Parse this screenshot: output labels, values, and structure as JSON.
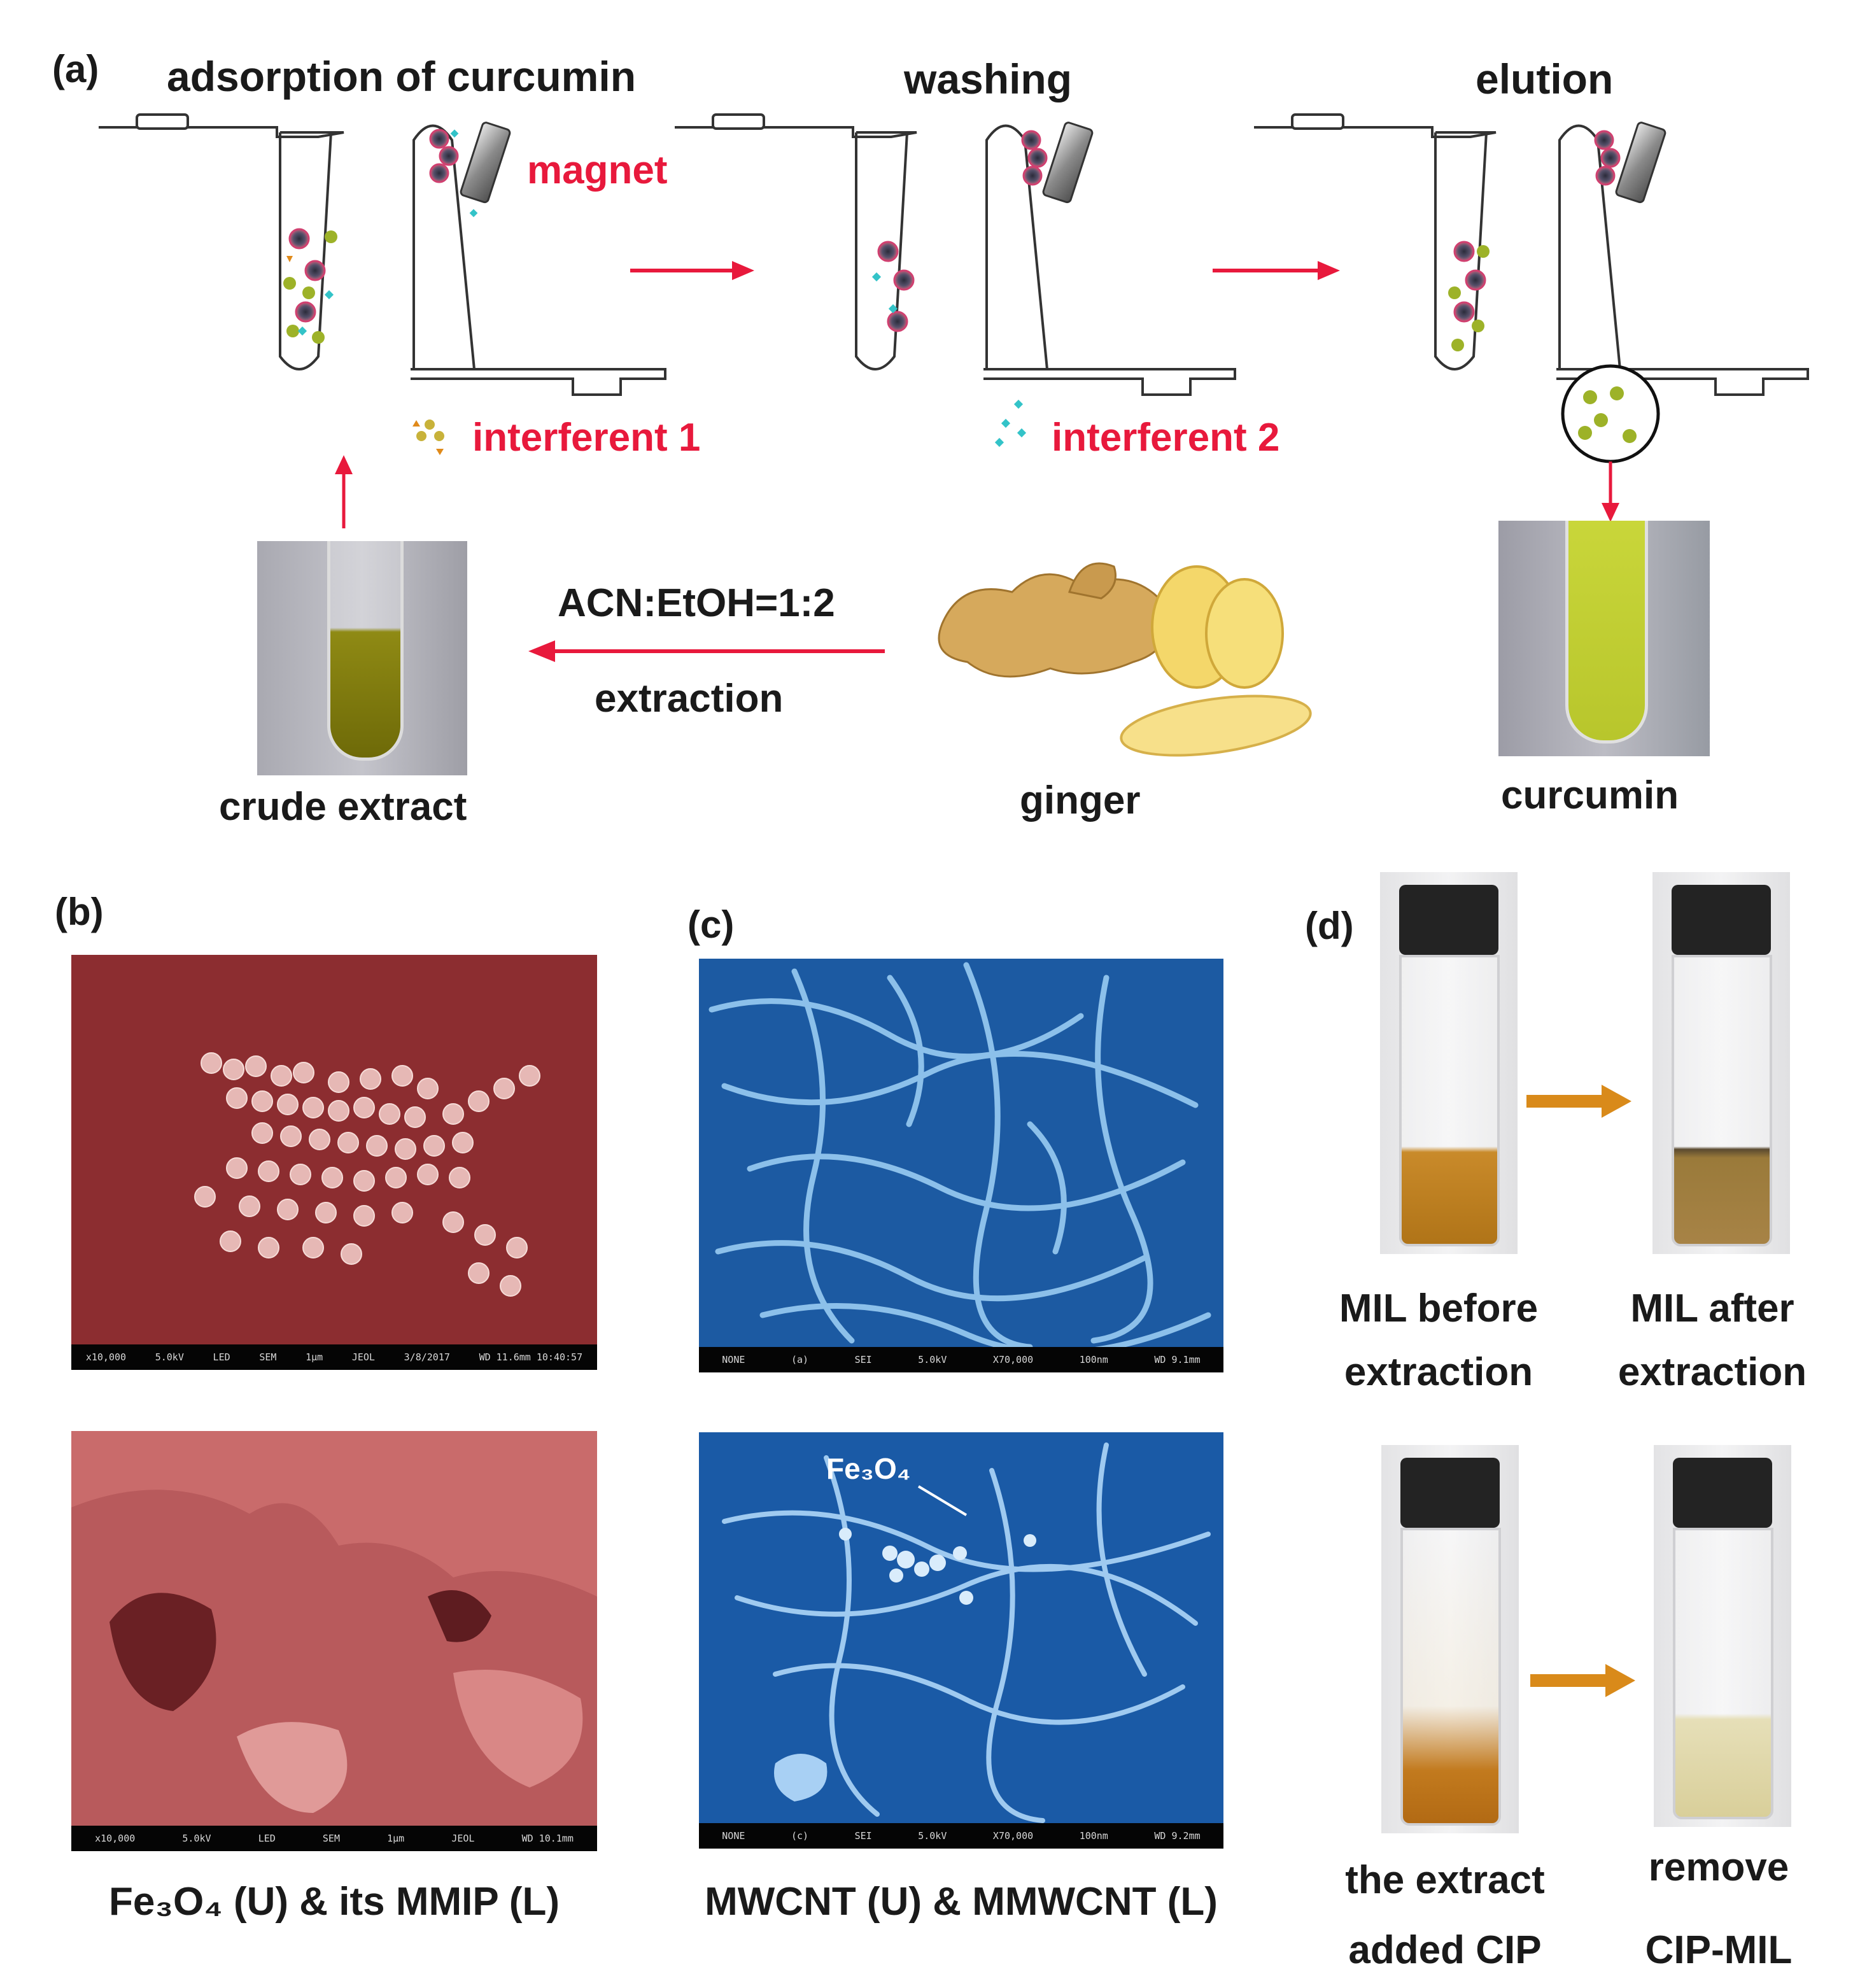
{
  "panel_a": {
    "letter": "(a)",
    "steps": [
      "adsorption of curcumin",
      "washing",
      "elution"
    ],
    "magnet_label": "magnet",
    "interferent1": "interferent 1",
    "interferent2": "interferent 2",
    "extraction_ratio": "ACN:EtOH=1:2",
    "extraction_label": "extraction",
    "crude_extract": "crude extract",
    "ginger": "ginger",
    "curcumin": "curcumin"
  },
  "panel_b": {
    "letter": "(b)",
    "caption": "Fe₃O₄ (U) & its MMIP (L)",
    "sem_upper_bar": [
      "x10,000",
      "5.0kV",
      "LED",
      "SEM",
      "1μm",
      "JEOL",
      "3/8/2017",
      "WD 11.6mm 10:40:57"
    ],
    "sem_lower_bar": [
      "x10,000",
      "5.0kV",
      "LED",
      "SEM",
      "1μm",
      "JEOL",
      "WD 10.1mm"
    ]
  },
  "panel_c": {
    "letter": "(c)",
    "caption": "MWCNT (U) & MMWCNT (L)",
    "fe3o4_label": "Fe₃O₄",
    "sem_upper_bar": [
      "NONE",
      "(a)",
      "SEI",
      "5.0kV",
      "X70,000",
      "100nm",
      "WD 9.1mm"
    ],
    "sem_lower_bar": [
      "NONE",
      "(c)",
      "SEI",
      "5.0kV",
      "X70,000",
      "100nm",
      "WD 9.2mm"
    ]
  },
  "panel_d": {
    "letter": "(d)",
    "top_left": [
      "MIL before",
      "extraction"
    ],
    "top_right": [
      "MIL after",
      "extraction"
    ],
    "bottom_left": [
      "the extract",
      "added CIP"
    ],
    "bottom_right": [
      "remove",
      "CIP-MIL"
    ]
  },
  "colors": {
    "accent_red": "#e8193c",
    "arrow_orange": "#d98a1a",
    "sem_red": "#8a2a2e",
    "sem_blue": "#1f5fa8",
    "curcumin_yellow": "#c9d63a"
  }
}
